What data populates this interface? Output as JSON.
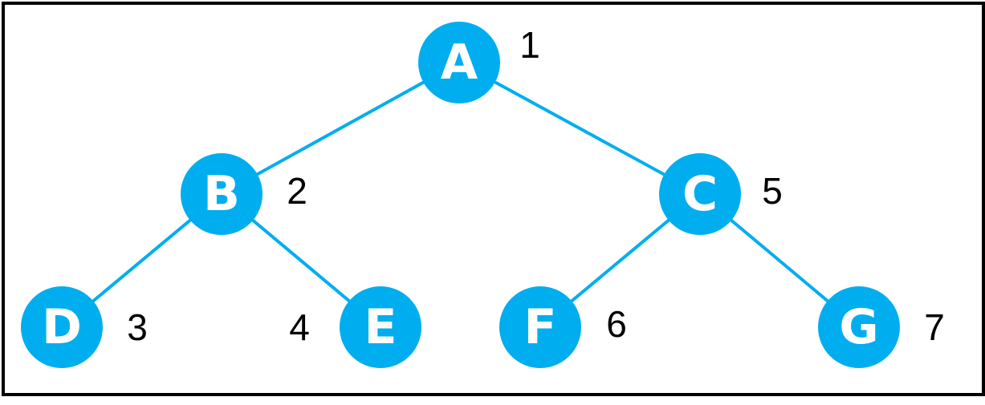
{
  "diagram": {
    "node_color": "#00AEEF",
    "edge_color": "#00AEEF",
    "nodes": [
      {
        "id": "A",
        "label": "A",
        "order": "1"
      },
      {
        "id": "B",
        "label": "B",
        "order": "2"
      },
      {
        "id": "C",
        "label": "C",
        "order": "5"
      },
      {
        "id": "D",
        "label": "D",
        "order": "3"
      },
      {
        "id": "E",
        "label": "E",
        "order": "4"
      },
      {
        "id": "F",
        "label": "F",
        "order": "6"
      },
      {
        "id": "G",
        "label": "G",
        "order": "7"
      }
    ],
    "edges": [
      {
        "from": "A",
        "to": "B"
      },
      {
        "from": "A",
        "to": "C"
      },
      {
        "from": "B",
        "to": "D"
      },
      {
        "from": "B",
        "to": "E"
      },
      {
        "from": "C",
        "to": "F"
      },
      {
        "from": "C",
        "to": "G"
      }
    ]
  }
}
